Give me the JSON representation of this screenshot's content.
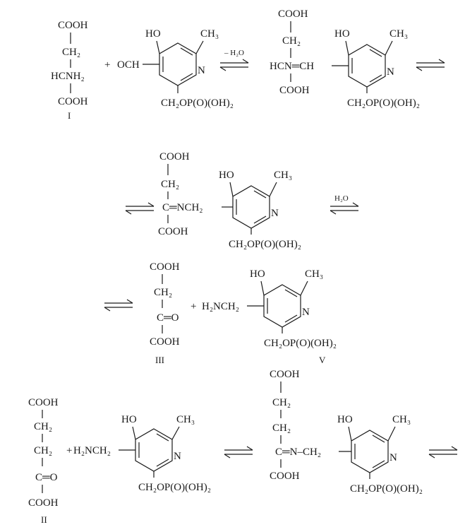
{
  "rows": [
    {
      "glutamate_like": [
        "COOH",
        "CH₂",
        "HCNH₂",
        "COOH"
      ],
      "label_I": "I",
      "plus": "+",
      "plp_aldehyde": {
        "left_group": "OCH",
        "ho": "HO",
        "ch3": "CH₃",
        "n": "N",
        "phosphate": "CH₂OP(O)(OH)₂"
      },
      "arrow_top": "– H₂O",
      "schiff_base": {
        "top": [
          "COOH",
          "CH₂"
        ],
        "center": "HCN═CH",
        "bottom": "COOH",
        "ho": "HO",
        "ch3": "CH₃",
        "n": "N",
        "phosphate": "CH₂OP(O)(OH)₂"
      }
    },
    {
      "ketimine": {
        "top": [
          "COOH",
          "CH₂"
        ],
        "center": "C═NCH₂",
        "bottom": "COOH",
        "ho": "HO",
        "ch3": "CH₃",
        "n": "N",
        "phosphate": "CH₂OP(O)(OH)₂"
      },
      "arrow_top": "H₂O"
    },
    {
      "oxo_acid": [
        "COOH",
        "CH₂",
        "C═O",
        "COOH"
      ],
      "label_III": "III",
      "plus": "+",
      "pmp": {
        "left_group": "H₂NCH₂",
        "ho": "HO",
        "ch3": "CH₃",
        "n": "N",
        "phosphate": "CH₂OP(O)(OH)₂"
      },
      "label_V": "V"
    },
    {
      "ketoglutarate": [
        "COOH",
        "CH₂",
        "CH₂",
        "C═O",
        "COOH"
      ],
      "label_II": "II",
      "plus": "+",
      "pmp": {
        "left_group": "H₂NCH₂",
        "ho": "HO",
        "ch3": "CH₃",
        "n": "N",
        "phosphate": "CH₂OP(O)(OH)₂"
      },
      "product": {
        "top": [
          "COOH",
          "CH₂",
          "CH₂"
        ],
        "center": "C═N–CH₂",
        "bottom": "COOH",
        "ho": "HO",
        "ch3": "CH₃",
        "n": "N",
        "phosphate": "CH₂OP(O)(OH)₂"
      }
    }
  ]
}
